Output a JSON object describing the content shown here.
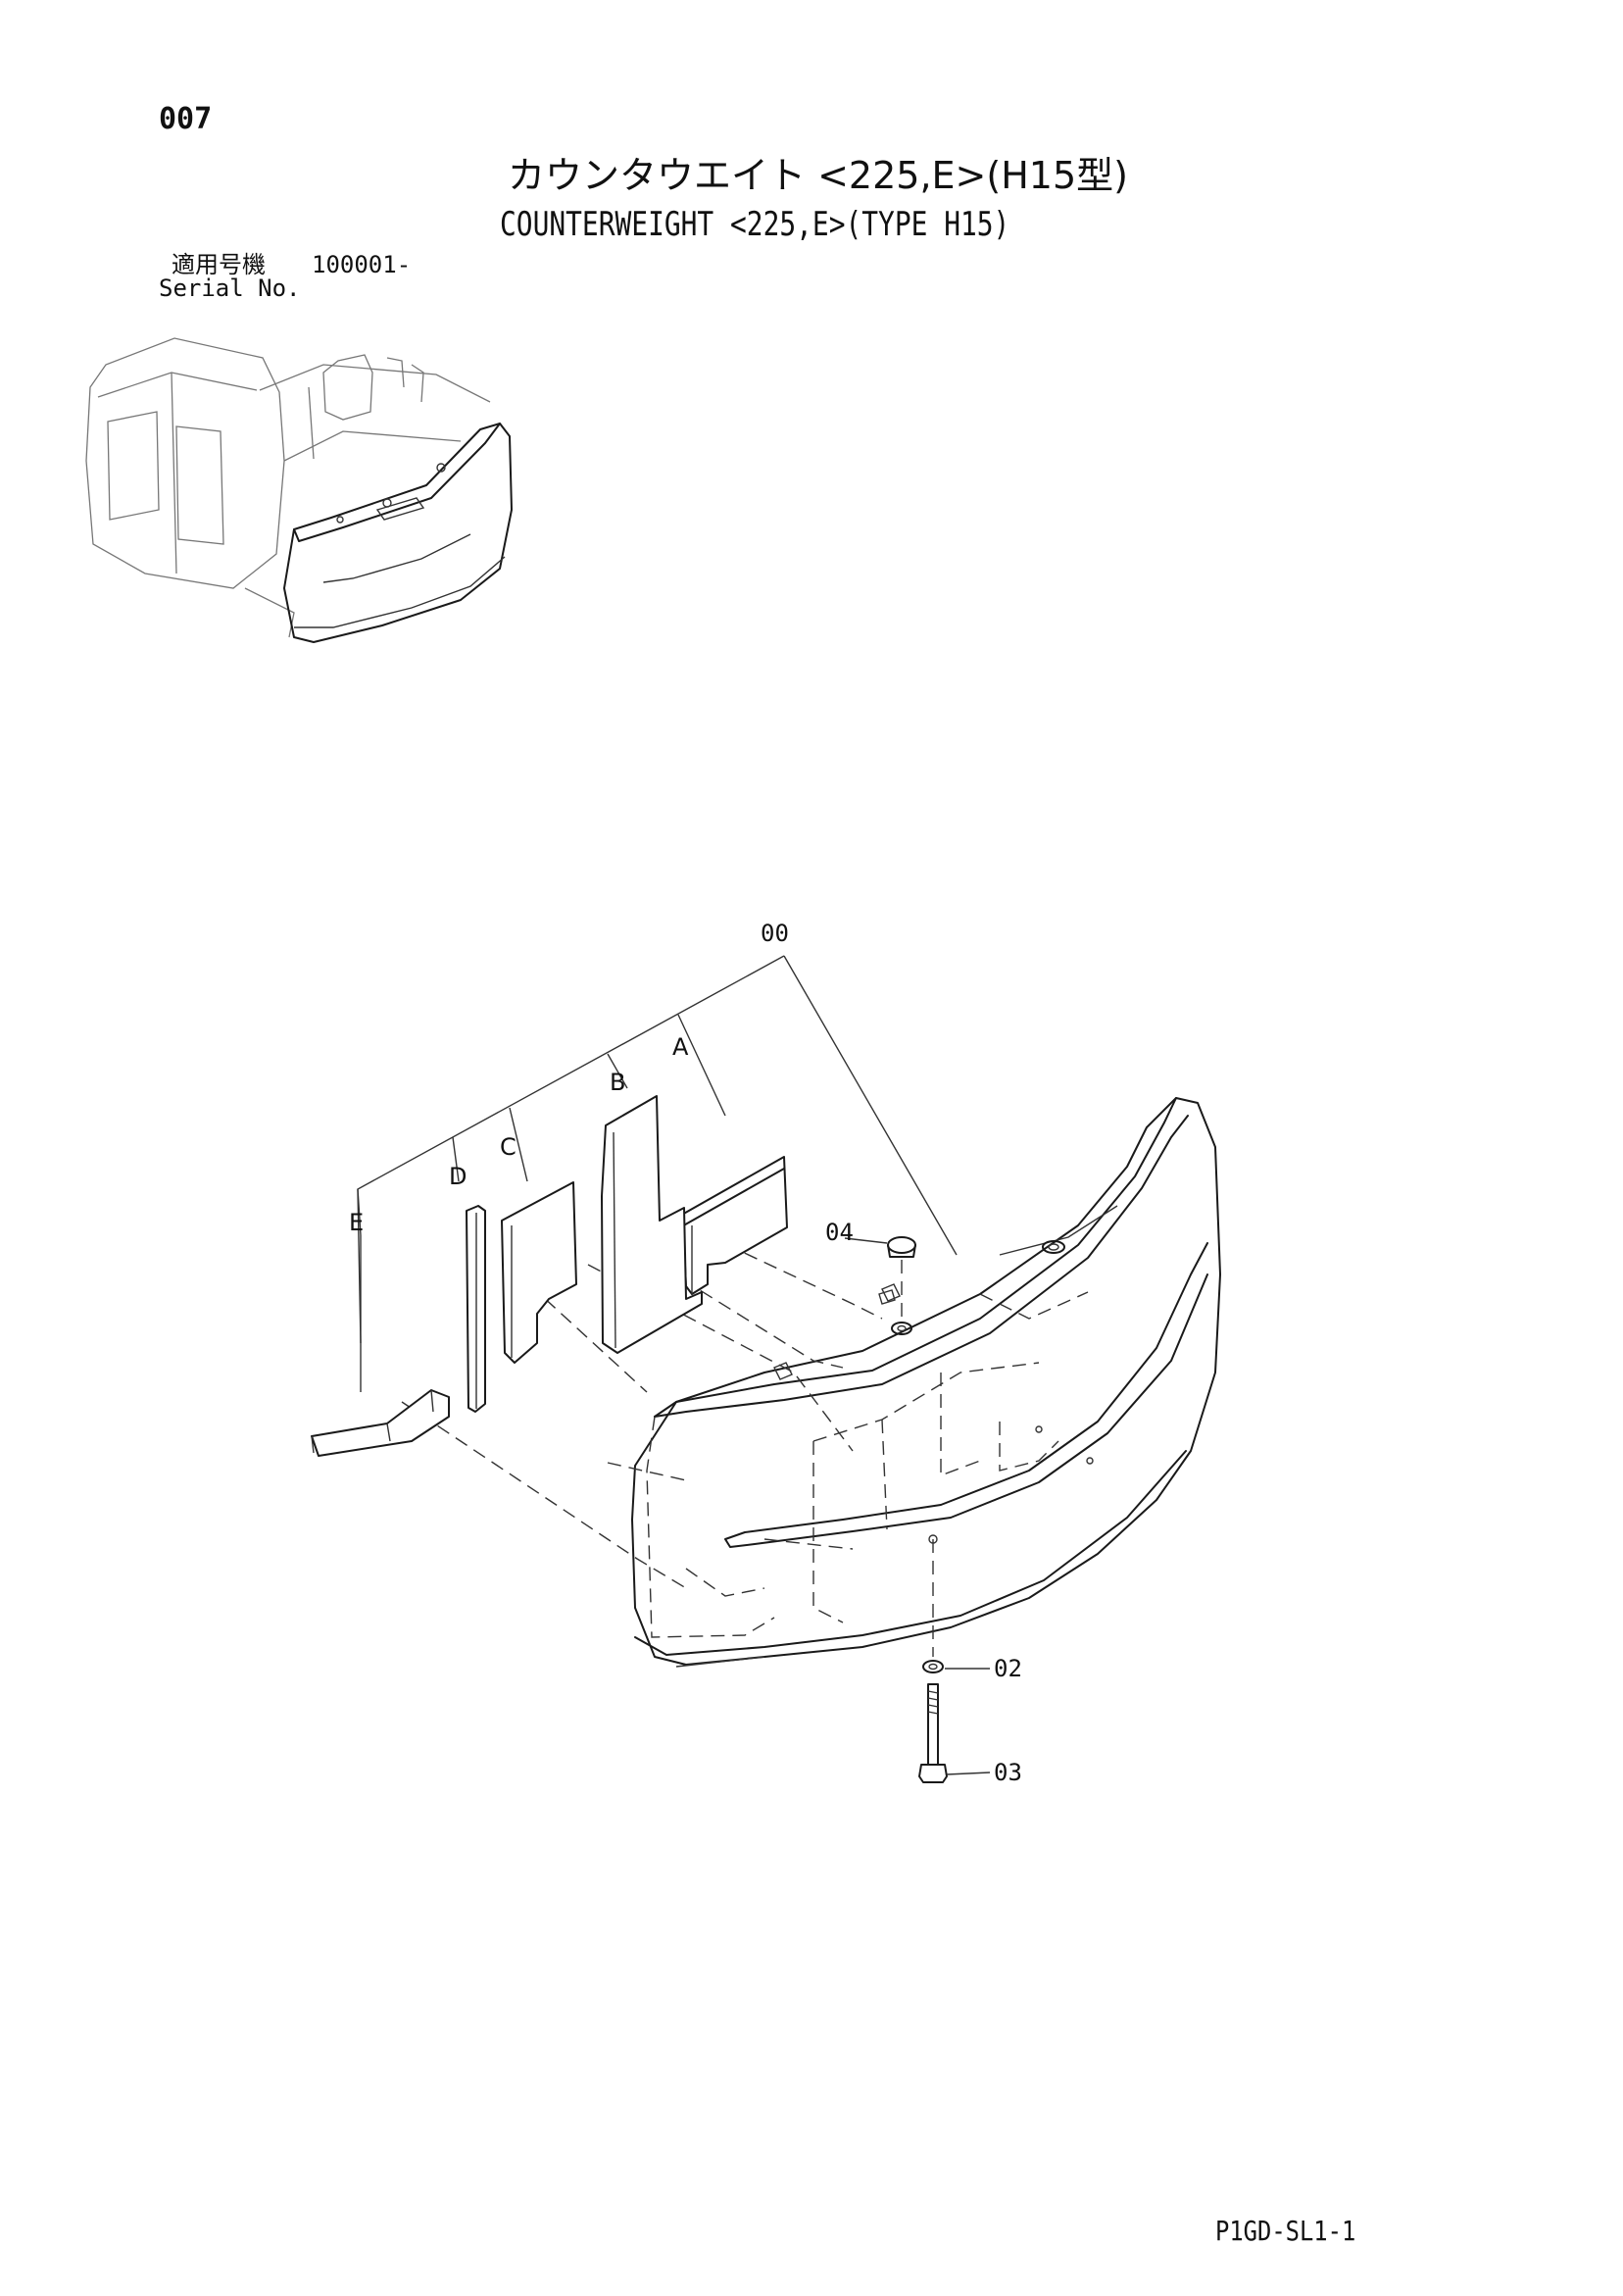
{
  "page": {
    "number": "007",
    "title_jp": "カウンタウエイト <225,E>(H15型)",
    "title_en": "COUNTERWEIGHT <225,E>(TYPE H15)",
    "serial_label_jp": "適用号機",
    "serial_value": "100001-",
    "serial_label_en": "Serial No.",
    "doc_code": "P1GD-SL1-1"
  },
  "callouts": {
    "c00": "00",
    "a": "A",
    "b": "B",
    "c": "C",
    "d": "D",
    "e": "E",
    "c04": "04",
    "c02": "02",
    "c03": "03"
  }
}
